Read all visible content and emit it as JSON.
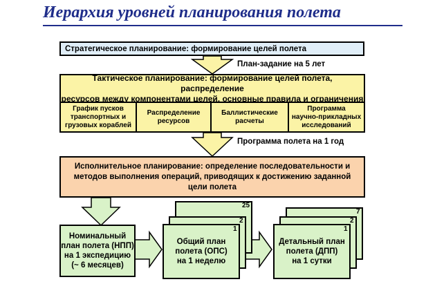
{
  "title": "Иерархия уровней планирования полета",
  "strategic": "Стратегическое планирование: формирование целей полета",
  "arrow1_label": "План-задание на 5 лет",
  "tactical": {
    "line1": "Тактическое планирование: формирование целей полета, распределение",
    "line2": "ресурсов между компонентами целей, основные правила и ограничения"
  },
  "tactical_items": [
    {
      "line1": "График пусков",
      "line2": "транспортных и",
      "line3": "грузовых кораблей"
    },
    {
      "line1": "Распределение",
      "line2": "ресурсов",
      "line3": ""
    },
    {
      "line1": "Баллистические",
      "line2": "расчеты",
      "line3": ""
    },
    {
      "line1": "Программа",
      "line2": "научно-прикладных",
      "line3": "исследований"
    }
  ],
  "arrow2_label": "Программа полета на 1 год",
  "executive": {
    "line1": "Исполнительное планирование: определение последовательности и",
    "line2": "методов выполнения операций, приводящих к достижению заданной",
    "line3": "цели полета"
  },
  "nominal": {
    "line1": "Номинальный",
    "line2": "план полета (НПП)",
    "line3": "на 1 экспедицию",
    "line4": "(~ 6 месяцев)"
  },
  "general": {
    "line1": "Общий план",
    "line2": "полета (ОПС)",
    "line3": "на 1 неделю",
    "stack_numbers": [
      "25",
      "2",
      "1"
    ]
  },
  "detailed": {
    "line1": "Детальный план",
    "line2": "полета (ДПП)",
    "line3": "на 1 сутки",
    "stack_numbers": [
      "7",
      "2",
      "1"
    ]
  },
  "colors": {
    "title": "#1f2d8a",
    "strategic_fill": "#e0eef8",
    "tactical_fill": "#fbf3a6",
    "executive_fill": "#fbd3ad",
    "bottom_fill": "#d9f2c8",
    "arrow_yellow": "#fbf3a6",
    "arrow_green": "#d9f2c8"
  }
}
